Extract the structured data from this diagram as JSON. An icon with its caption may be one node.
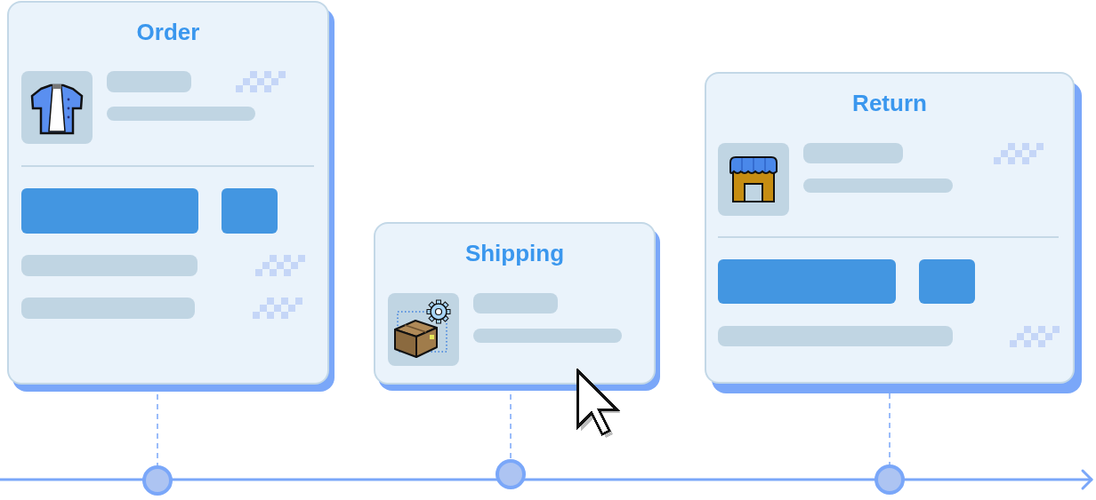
{
  "diagram": {
    "nodes": [
      {
        "text": [
          "Order"
        ]
      },
      {
        "text": [],
        "shape": "bar",
        "in": 0
      },
      {
        "text": [],
        "shape": "bar",
        "in": 0
      },
      {
        "text": [],
        "shape": "box",
        "in": 0
      },
      {
        "text": [],
        "shape": "box",
        "in": 0
      },
      {
        "text": [],
        "shape": "bar",
        "in": 0
      },
      {
        "text": [],
        "shape": "bar",
        "in": 0
      },
      {
        "text": [
          "Shipping"
        ]
      },
      {
        "text": [],
        "shape": "bar",
        "in": 7
      },
      {
        "text": [],
        "shape": "bar",
        "in": 7
      },
      {
        "text": [
          "Return"
        ]
      },
      {
        "text": [],
        "shape": "bar",
        "in": 10
      },
      {
        "text": [],
        "shape": "bar",
        "in": 10
      },
      {
        "text": [],
        "shape": "box",
        "in": 10
      },
      {
        "text": [],
        "shape": "box",
        "in": 10
      },
      {
        "text": [],
        "shape": "bar",
        "in": 10
      },
      {
        "text": [],
        "shape": "circle"
      },
      {
        "text": [],
        "shape": "circle"
      },
      {
        "text": [],
        "shape": "circle"
      }
    ],
    "edges": [
      {
        "from": 0,
        "to": 16,
        "arrow": "none",
        "style": "dashed"
      },
      {
        "from": 7,
        "to": 17,
        "arrow": "none",
        "style": "dashed"
      },
      {
        "from": 10,
        "to": 18,
        "arrow": "none",
        "style": "dashed"
      }
    ]
  }
}
